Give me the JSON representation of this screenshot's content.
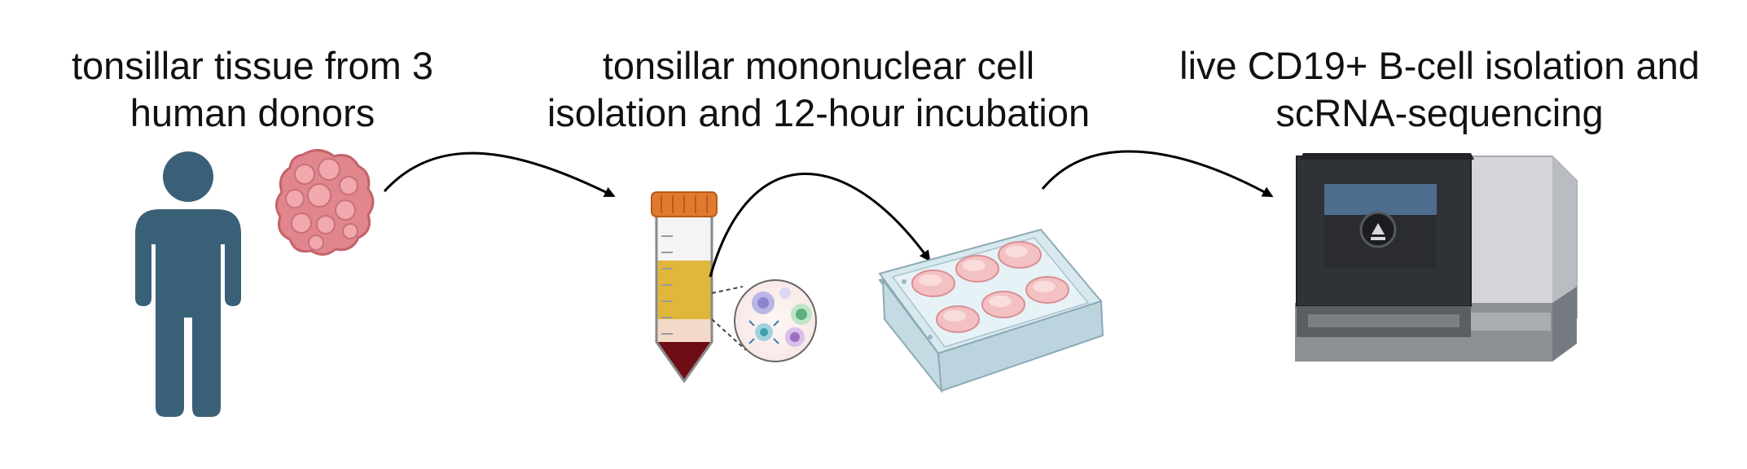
{
  "steps": [
    {
      "title_lines": [
        "tonsillar tissue from 3",
        "human donors"
      ]
    },
    {
      "title_lines": [
        "tonsillar mononuclear cell",
        "isolation and 12-hour incubation"
      ]
    },
    {
      "title_lines": [
        "live CD19+ B-cell isolation and",
        "scRNA-sequencing"
      ]
    }
  ],
  "icons": [
    "person-icon",
    "tissue-icon",
    "centrifuge-tube-icon",
    "cells-zoom-icon",
    "well-plate-icon",
    "sequencer-icon"
  ],
  "colors": {
    "person": "#3a6078",
    "tissue": "#e0868c",
    "tube_cap": "#e07a2e",
    "serum": "#e0b73a",
    "blood": "#6e0d15",
    "well": "#f4c1c3",
    "plate": "#cfe3ea",
    "sequencer_body": "#3c3f44",
    "sequencer_screen": "#4f6d8f",
    "arrow": "#000000"
  }
}
